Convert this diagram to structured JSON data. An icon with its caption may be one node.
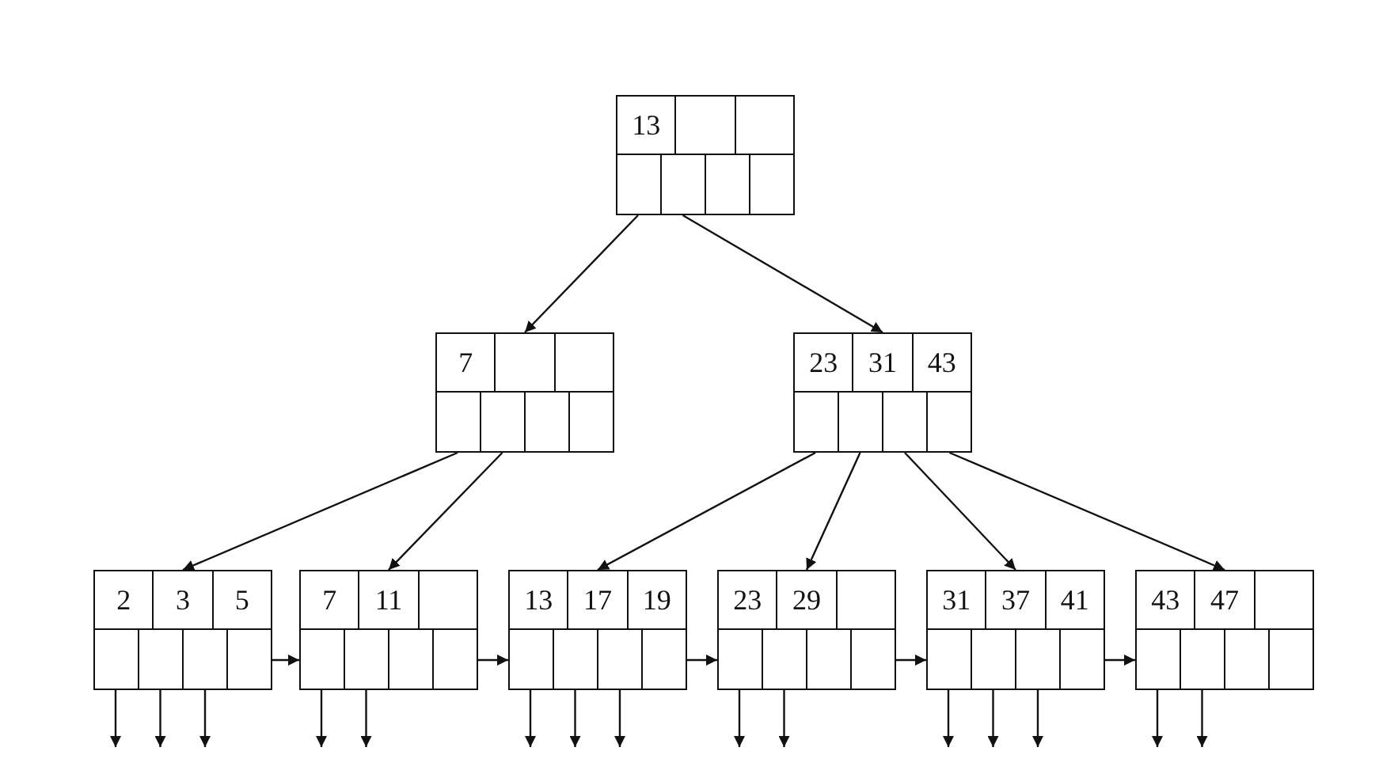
{
  "diagram": {
    "nodes": [
      {
        "text": [
          "13"
        ]
      },
      {
        "text": [
          "7"
        ]
      },
      {
        "text": [
          "23",
          "31",
          "43"
        ]
      },
      {
        "text": [
          "2",
          "3",
          "5"
        ]
      },
      {
        "text": [
          "7",
          "11"
        ]
      },
      {
        "text": [
          "13",
          "17",
          "19"
        ]
      },
      {
        "text": [
          "23",
          "29"
        ]
      },
      {
        "text": [
          "31",
          "37",
          "41"
        ]
      },
      {
        "text": [
          "43",
          "47"
        ]
      }
    ],
    "edges": [
      {
        "from": 0,
        "to": 1,
        "arrow": "to"
      },
      {
        "from": 0,
        "to": 2,
        "arrow": "to"
      },
      {
        "from": 1,
        "to": 3,
        "arrow": "to"
      },
      {
        "from": 1,
        "to": 4,
        "arrow": "to"
      },
      {
        "from": 2,
        "to": 5,
        "arrow": "to"
      },
      {
        "from": 2,
        "to": 6,
        "arrow": "to"
      },
      {
        "from": 2,
        "to": 7,
        "arrow": "to"
      },
      {
        "from": 2,
        "to": 8,
        "arrow": "to"
      },
      {
        "from": 3,
        "to": 4,
        "arrow": "to"
      },
      {
        "from": 4,
        "to": 5,
        "arrow": "to"
      },
      {
        "from": 5,
        "to": 6,
        "arrow": "to"
      },
      {
        "from": 6,
        "to": 7,
        "arrow": "to"
      },
      {
        "from": 7,
        "to": 8,
        "arrow": "to"
      },
      {
        "from": 3,
        "to": null,
        "arrow": "to"
      },
      {
        "from": 3,
        "to": null,
        "arrow": "to"
      },
      {
        "from": 3,
        "to": null,
        "arrow": "to"
      },
      {
        "from": 4,
        "to": null,
        "arrow": "to"
      },
      {
        "from": 4,
        "to": null,
        "arrow": "to"
      },
      {
        "from": 5,
        "to": null,
        "arrow": "to"
      },
      {
        "from": 5,
        "to": null,
        "arrow": "to"
      },
      {
        "from": 5,
        "to": null,
        "arrow": "to"
      },
      {
        "from": 6,
        "to": null,
        "arrow": "to"
      },
      {
        "from": 6,
        "to": null,
        "arrow": "to"
      },
      {
        "from": 7,
        "to": null,
        "arrow": "to"
      },
      {
        "from": 7,
        "to": null,
        "arrow": "to"
      },
      {
        "from": 7,
        "to": null,
        "arrow": "to"
      },
      {
        "from": 8,
        "to": null,
        "arrow": "to"
      },
      {
        "from": 8,
        "to": null,
        "arrow": "to"
      }
    ]
  }
}
